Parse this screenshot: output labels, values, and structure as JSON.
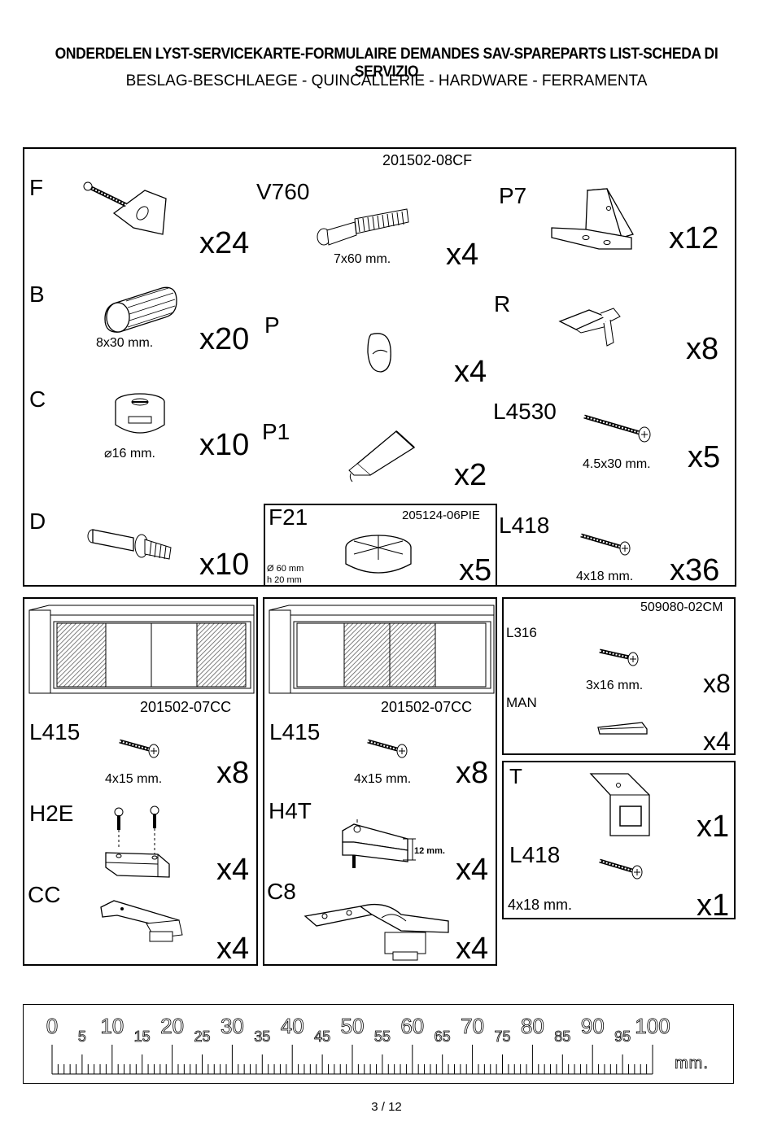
{
  "header": {
    "title": "ONDERDELEN LYST-SERVICEKARTE-FORMULAIRE DEMANDES SAV-SPAREPARTS LIST-SCHEDA DI SERVIZIO",
    "subtitle": "BESLAG-BESCHLAEGE - QUINCALLERIE - HARDWARE - FERRAMENTA"
  },
  "main_box": {
    "code": "201502-08CF",
    "parts": {
      "F": {
        "label": "F",
        "qty": "x24"
      },
      "V760": {
        "label": "V760",
        "dim": "7x60 mm.",
        "qty": "x4"
      },
      "P7": {
        "label": "P7",
        "qty": "x12"
      },
      "B": {
        "label": "B",
        "dim": "8x30 mm.",
        "qty": "x20"
      },
      "P": {
        "label": "P",
        "qty": "x4"
      },
      "R": {
        "label": "R",
        "qty": "x8"
      },
      "C": {
        "label": "C",
        "dim": "⌀16 mm.",
        "qty": "x10"
      },
      "P1": {
        "label": "P1",
        "qty": "x2"
      },
      "L4530": {
        "label": "L4530",
        "dim": "4.5x30 mm.",
        "qty": "x5"
      },
      "D": {
        "label": "D",
        "qty": "x10"
      },
      "L418": {
        "label": "L418",
        "dim": "4x18 mm.",
        "qty": "x36"
      }
    },
    "f21": {
      "label": "F21",
      "code": "205124-06PIE",
      "dim1": "Ø 60 mm",
      "dim2": "h 20 mm",
      "qty": "x5"
    }
  },
  "box_left": {
    "code": "201502-07CC",
    "L415": {
      "label": "L415",
      "dim": "4x15 mm.",
      "qty": "x8"
    },
    "H2E": {
      "label": "H2E",
      "qty": "x4"
    },
    "CC": {
      "label": "CC",
      "qty": "x4"
    }
  },
  "box_mid": {
    "code": "201502-07CC",
    "L415": {
      "label": "L415",
      "dim": "4x15 mm.",
      "qty": "x8"
    },
    "H4T": {
      "label": "H4T",
      "note": "12 mm.",
      "qty": "x4"
    },
    "C8": {
      "label": "C8",
      "qty": "x4"
    }
  },
  "box_right_top": {
    "code": "509080-02CM",
    "L316": {
      "label": "L316",
      "dim": "3x16 mm.",
      "qty": "x8"
    },
    "MAN": {
      "label": "MAN",
      "qty": "x4"
    }
  },
  "box_right_bottom": {
    "T": {
      "label": "T",
      "qty": "x1"
    },
    "L418": {
      "label": "L418",
      "dim": "4x18 mm.",
      "qty": "x1"
    }
  },
  "ruler": {
    "major": [
      "0",
      "10",
      "20",
      "30",
      "40",
      "50",
      "60",
      "70",
      "80",
      "90",
      "100"
    ],
    "minor": [
      "5",
      "15",
      "25",
      "35",
      "45",
      "55",
      "65",
      "75",
      "85",
      "95"
    ],
    "unit": "mm."
  },
  "footer": {
    "page": "3 / 12"
  },
  "colors": {
    "ink": "#000000",
    "paper": "#ffffff",
    "hatch": "#555555"
  }
}
